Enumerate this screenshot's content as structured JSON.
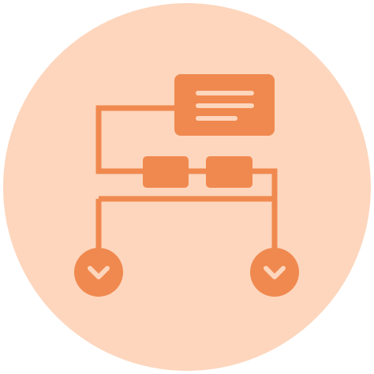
{
  "icon": {
    "name": "workflow-diagram-icon",
    "colors": {
      "background": "#ffffff",
      "circle": "#FDD6BD",
      "accent": "#F0894F",
      "detail": "#FDD6BD"
    },
    "parts": [
      "note-card",
      "process-box-left",
      "process-box-right",
      "connector-lines",
      "outcome-node-left",
      "outcome-node-right"
    ]
  }
}
